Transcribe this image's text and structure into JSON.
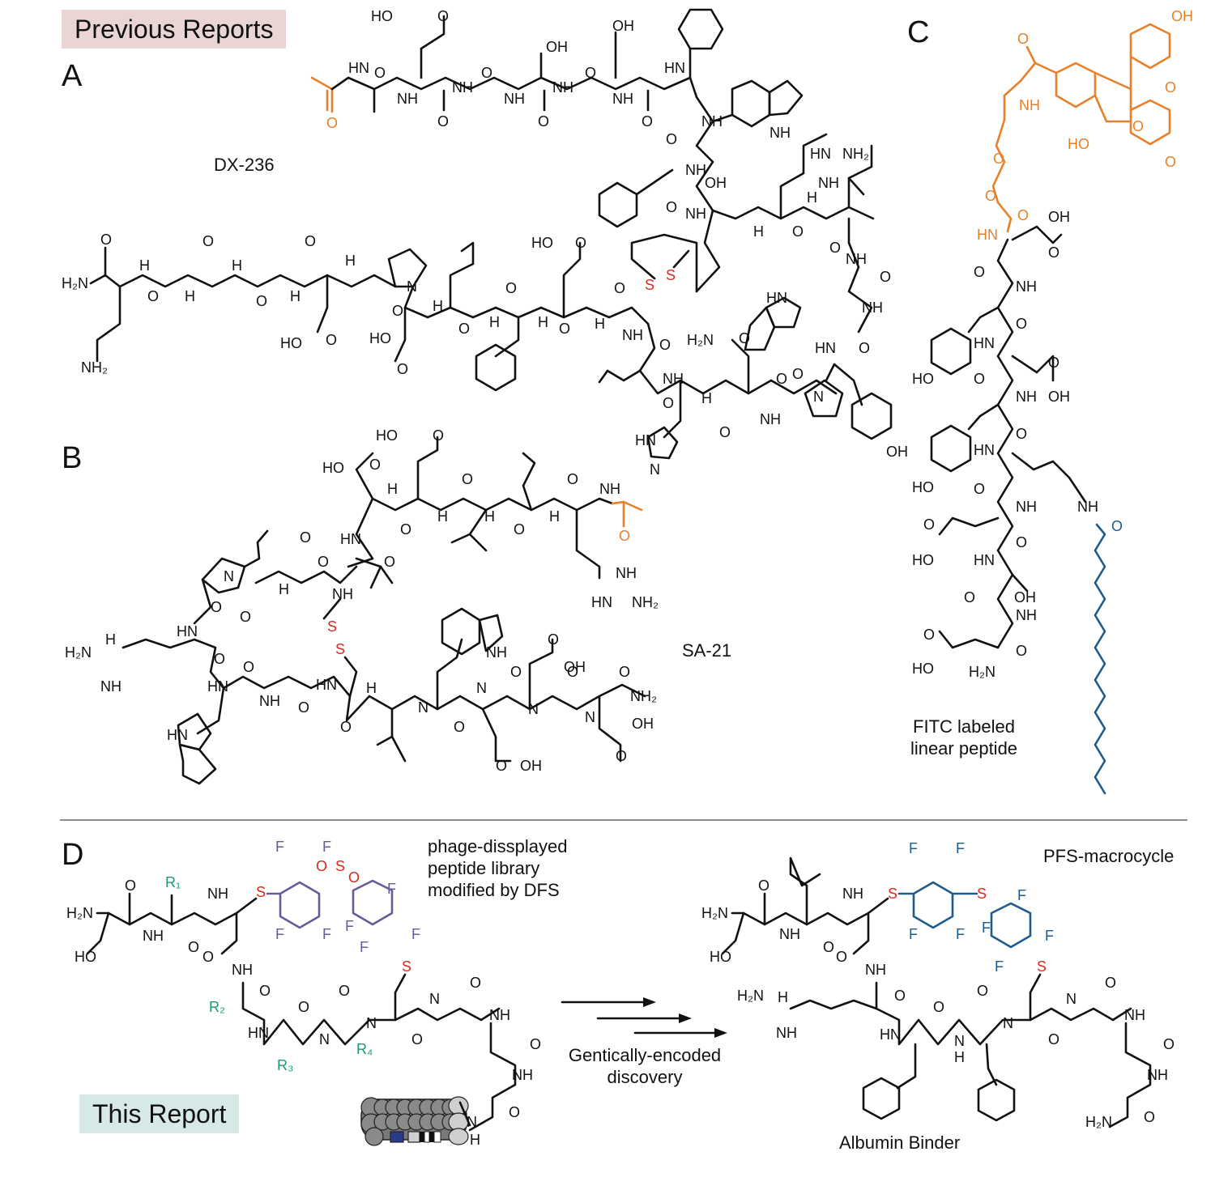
{
  "banners": {
    "previous_reports": "Previous Reports",
    "this_report": "This Report"
  },
  "colors": {
    "previous_reports_bg": "#ead5d5",
    "this_report_bg": "#d7e9e6",
    "acetyl_fitc": "#e8802a",
    "lipid_chain": "#1f5b8e",
    "disulfide_sulfur": "#d62a20",
    "dfs_linker": "#6a5a9a",
    "pfs_linker": "#1f5b8e",
    "r_groups": "#1e9a6a",
    "divider": "#8c8c8c"
  },
  "panels": {
    "A": {
      "letter": "A",
      "name": "DX-236"
    },
    "B": {
      "letter": "B",
      "name": "SA-21"
    },
    "C": {
      "letter": "C",
      "name_line1": "FITC labeled",
      "name_line2": "linear peptide"
    },
    "D": {
      "letter": "D",
      "library_line1": "phage-dissplayed",
      "library_line2": "peptide library",
      "library_line3": "modified by DFS",
      "arrow_line1": "Gentically-encoded",
      "arrow_line2": "discovery",
      "product_label": "PFS-macrocycle",
      "binder_label": "Albumin Binder"
    }
  },
  "atom_labels": {
    "OH": "OH",
    "HO": "HO",
    "O": "O",
    "NH": "NH",
    "HN": "HN",
    "H": "H",
    "N": "N",
    "H2N": "H₂N",
    "NH2": "NH₂",
    "S": "S",
    "F": "F",
    "R1": "R₁",
    "R2": "R₂",
    "R3": "R₃",
    "R4": "R₄"
  }
}
